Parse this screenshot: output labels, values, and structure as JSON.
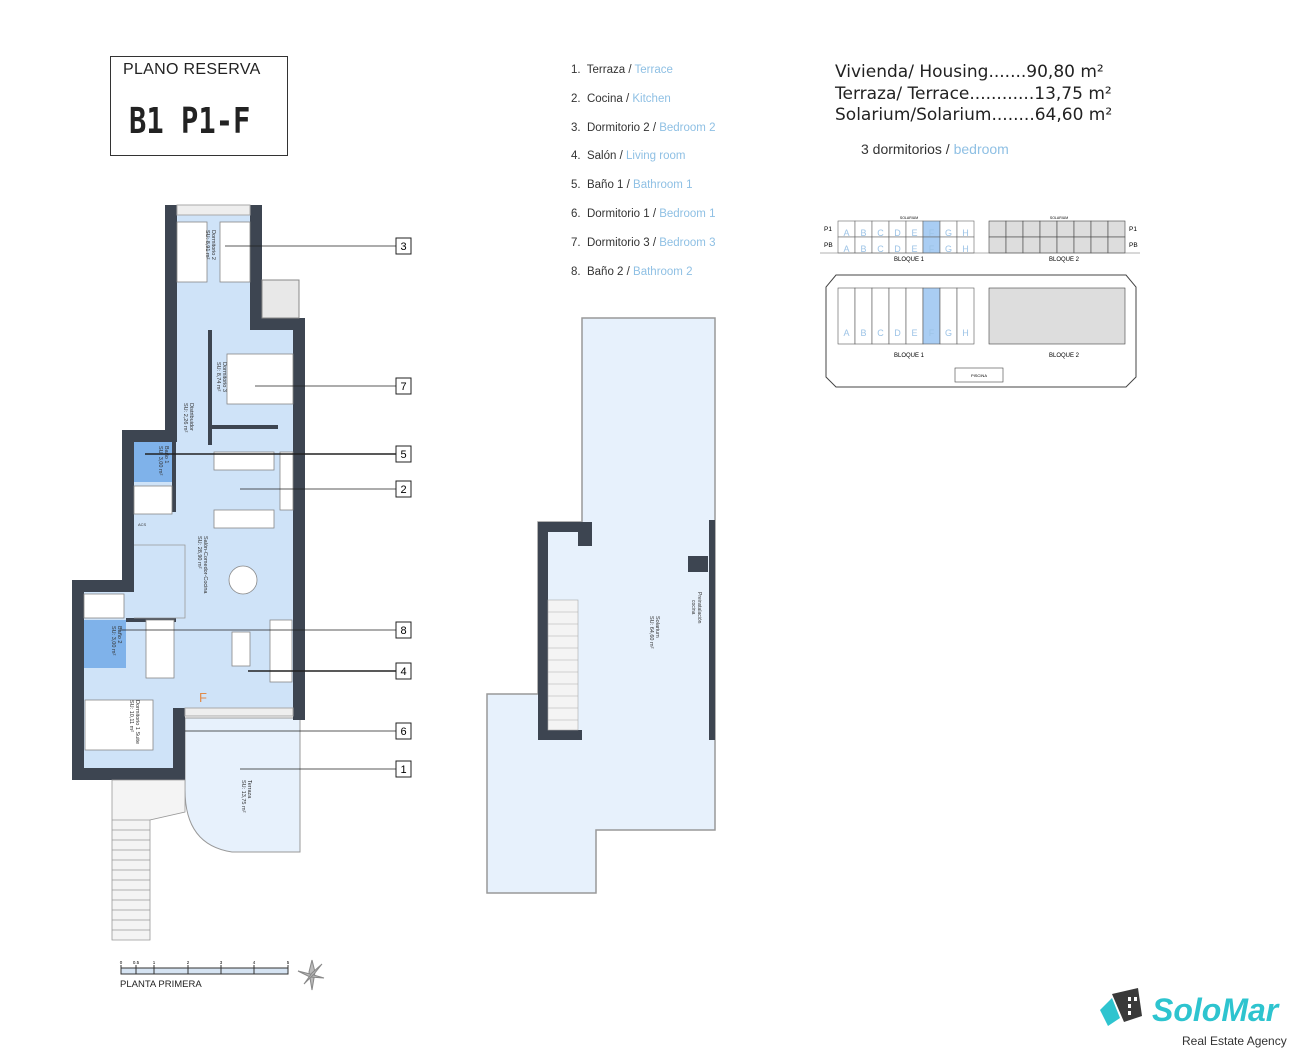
{
  "title": {
    "label": "PLANO RESERVA",
    "unit": "B1 P1-F"
  },
  "legend": [
    {
      "n": "1.",
      "es": "Terraza",
      "en": "Terrace"
    },
    {
      "n": "2.",
      "es": "Cocina",
      "en": "Kitchen"
    },
    {
      "n": "3.",
      "es": "Dormitorio 2",
      "en": "Bedroom 2"
    },
    {
      "n": "4.",
      "es": "Salón",
      "en": "Living room"
    },
    {
      "n": "5.",
      "es": "Baño 1",
      "en": "Bathroom 1"
    },
    {
      "n": "6.",
      "es": "Dormitorio 1",
      "en": "Bedroom 1"
    },
    {
      "n": "7.",
      "es": "Dormitorio 3",
      "en": "Bedroom 3"
    },
    {
      "n": "8.",
      "es": "Baño 2",
      "en": "Bathroom 2"
    }
  ],
  "areas": [
    {
      "label": "Vivienda/ Housing",
      "dots": ".......",
      "value": "90,80 m²"
    },
    {
      "label": "Terraza/ Terrace",
      "dots": "............",
      "value": "13,75 m²"
    },
    {
      "label": "Solarium/Solarium",
      "dots": "........",
      "value": "64,60 m²"
    }
  ],
  "bedrooms": {
    "es": "3 dormitorios / ",
    "en": "bedroom"
  },
  "site": {
    "solarium": "SOLARIUM",
    "p1": "P1",
    "pb": "PB",
    "bloque1": "BLOQUE 1",
    "bloque2": "BLOQUE 2",
    "piscina": "PISCINA",
    "units": [
      "A",
      "B",
      "C",
      "D",
      "E",
      "F",
      "G",
      "H"
    ],
    "selected": "F",
    "highlight": "#a9cdf3"
  },
  "rooms": {
    "dorm2": "Dormitorio 2",
    "dorm2_area": "SU: 8,91 m²",
    "dorm3": "Dormitorio 3",
    "dorm3_area": "SU: 8,74 m²",
    "distrib": "Distribuidor",
    "distrib_area": "SU: 2,26 m²",
    "bano1": "Baño 1",
    "bano1_area": "SU: 3,00 m²",
    "salon": "Salón-Comedor-Cocina",
    "salon_area": "SU: 28,90 m²",
    "bano2": "Baño 2",
    "bano2_area": "SU: 3,00 m²",
    "dorm1": "Dormitorio 1 Suite",
    "dorm1_area": "SU: 10,11 m²",
    "terraza": "Terraza",
    "terraza_area": "SU: 13,75 m²",
    "unit_mark": "F",
    "aco": "ACS",
    "solarium": "Solarium",
    "solarium_area": "SU: 64,60 m²",
    "preinstalacion": "Preinstalación",
    "preinstalacion2": "cocina"
  },
  "callouts": [
    "3",
    "7",
    "5",
    "2",
    "8",
    "4",
    "6",
    "1"
  ],
  "scale": {
    "ticks": [
      "0",
      "0.5",
      "1",
      "2",
      "3",
      "4",
      "5"
    ],
    "label": "PLANTA PRIMERA"
  },
  "logo": {
    "name": "SoloMar",
    "tagline": "Real Estate Agency",
    "color": "#2ec4cf"
  },
  "colors": {
    "wall": "#3d4551",
    "floor": "#cfe3f8",
    "bath": "#7fb2ea",
    "solarium": "#e7f1fc"
  }
}
